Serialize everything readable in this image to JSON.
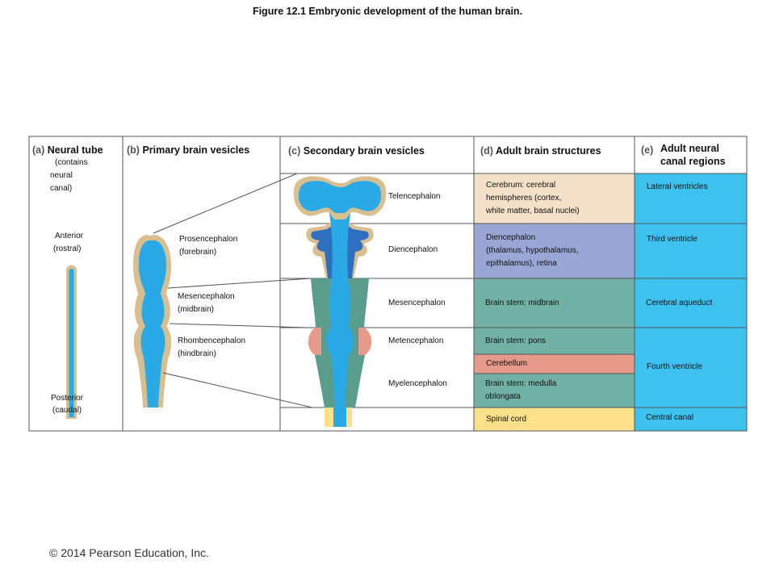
{
  "title": "Figure 12.1  Embryonic development of the human brain.",
  "copyright": "© 2014 Pearson Education, Inc.",
  "colors": {
    "tissue": "#d9bf8f",
    "cavity": "#29a9e6",
    "telencephalon_bg": "#f3e1c9",
    "diencephalon_bg": "#9aa6d6",
    "brainstem_bg": "#72b1a6",
    "cerebellum_bg": "#e89a8a",
    "spinal_bg": "#fde08a",
    "canal_bg": "#3dc2f0",
    "border": "#555555"
  },
  "columns": {
    "a": {
      "letter": "(a)",
      "heading": "Neural tube",
      "sub": [
        "(contains",
        "neural",
        "canal)"
      ],
      "anterior": [
        "Anterior",
        "(rostral)"
      ],
      "posterior": [
        "Posterior",
        "(caudal)"
      ]
    },
    "b": {
      "letter": "(b)",
      "heading": "Primary brain vesicles",
      "labels": [
        [
          "Prosencephalon",
          "(forebrain)"
        ],
        [
          "Mesencephalon",
          "(midbrain)"
        ],
        [
          "Rhombencephalon",
          "(hindbrain)"
        ]
      ]
    },
    "c": {
      "letter": "(c)",
      "heading": "Secondary brain vesicles",
      "labels": [
        "Telencephalon",
        "Diencephalon",
        "Mesencephalon",
        "Metencephalon",
        "Myelencephalon"
      ]
    },
    "d": {
      "letter": "(d)",
      "heading": "Adult brain structures",
      "cells": [
        [
          "Cerebrum: cerebral",
          "hemispheres (cortex,",
          "white matter, basal nuclei)"
        ],
        [
          "Diencephalon",
          "(thalamus, hypothalamus,",
          "epithalamus), retina"
        ],
        [
          "Brain stem: midbrain"
        ],
        [
          "Brain stem: pons"
        ],
        [
          "Cerebellum"
        ],
        [
          "Brain stem: medulla",
          "oblongata"
        ],
        [
          "Spinal cord"
        ]
      ]
    },
    "e": {
      "letter": "(e)",
      "heading": [
        "Adult neural",
        "canal regions"
      ],
      "cells": [
        "Lateral ventricles",
        "Third ventricle",
        "Cerebral aqueduct",
        "Fourth ventricle",
        "Central canal"
      ]
    }
  }
}
